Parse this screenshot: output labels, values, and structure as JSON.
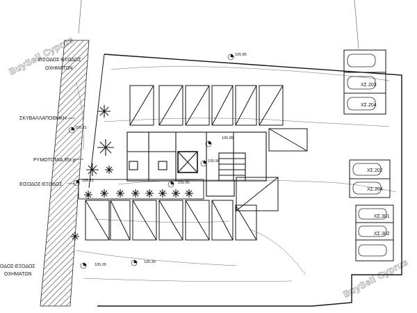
{
  "watermark": {
    "text": "BuySell Cyprus"
  },
  "labels": {
    "entrance_exit_vehicles_top_line1": "ΕΙΣΟΔΟΣ-ΕΞΟΔΟΣ",
    "entrance_exit_vehicles_top_line2": "ΟΧΗΜΑΤΩΝ",
    "refuse_store": "ΣΚΥΒΑΛΛΑΠΟΘΗΚΗ",
    "water_meter": "ΡΥΜΟΤΟΜΙΑ 85τ.μ",
    "entrance_exit": "ΕΙΣΟΔΟΣ-ΕΞΟΔΟΣ",
    "entrance_exit_vehicles_bottom_line1": "ΟΔΟΣ-ΕΞΟΔΟΣ",
    "entrance_exit_vehicles_bottom_line2": "ΟΧΗΜΑΤΩΝ"
  },
  "levels": {
    "top": "105.85",
    "left_upper": "105.21",
    "left_mid": "105.21",
    "center_upper": "105.85",
    "center_lift": "105.90",
    "center_lower": "105.85",
    "bottom_left": "105.20",
    "bottom_mid": "105.30"
  },
  "parking_spaces": [
    "ΧΣ.203",
    "ΧΣ.204",
    "ΧΣ.202",
    "ΧΣ.204",
    "ΧΣ.301",
    "ΧΣ.302"
  ]
}
